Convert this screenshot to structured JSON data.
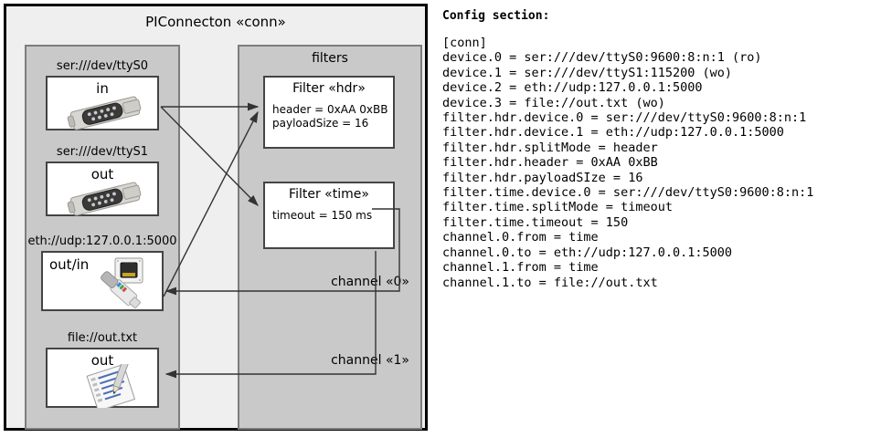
{
  "diagram": {
    "title": "PIConnecton «conn»",
    "devices_panel": {
      "name": "devices",
      "items": [
        {
          "label": "ser:///dev/ttyS0",
          "direction": "in",
          "icon": "serial-port-icon"
        },
        {
          "label": "ser:///dev/ttyS1",
          "direction": "out",
          "icon": "serial-port-icon"
        },
        {
          "label": "eth://udp:127.0.0.1:5000",
          "direction": "out/in",
          "icon": "network-plug-icon"
        },
        {
          "label": "file://out.txt",
          "direction": "out",
          "icon": "text-file-icon"
        }
      ]
    },
    "filters_panel": {
      "title": "filters",
      "filters": [
        {
          "title": "Filter «hdr»",
          "props": [
            "header = 0xAA 0xBB",
            "payloadSize = 16"
          ]
        },
        {
          "title": "Filter «time»",
          "props": [
            "timeout = 150 ms"
          ]
        }
      ],
      "channels": [
        {
          "label": "channel «0»"
        },
        {
          "label": "channel «1»"
        }
      ]
    },
    "colors": {
      "frame_border": "#000000",
      "frame_bg": "#efefef",
      "panel_bg": "#c9c9c9",
      "panel_border": "#7d7d7d",
      "box_bg": "#ffffff",
      "box_border": "#444444",
      "wire": "#333333"
    }
  },
  "config": {
    "heading": "Config section:",
    "lines": [
      "[conn]",
      "device.0 = ser:///dev/ttyS0:9600:8:n:1 (ro)",
      "device.1 = ser:///dev/ttyS1:115200 (wo)",
      "device.2 = eth://udp:127.0.0.1:5000",
      "device.3 = file://out.txt (wo)",
      "filter.hdr.device.0 = ser:///dev/ttyS0:9600:8:n:1",
      "filter.hdr.device.1 = eth://udp:127.0.0.1:5000",
      "filter.hdr.splitMode = header",
      "filter.hdr.header = 0xAA 0xBB",
      "filter.hdr.payloadSIze = 16",
      "filter.time.device.0 = ser:///dev/ttyS0:9600:8:n:1",
      "filter.time.splitMode = timeout",
      "filter.time.timeout = 150",
      "channel.0.from = time",
      "channel.0.to = eth://udp:127.0.0.1:5000",
      "channel.1.from = time",
      "channel.1.to = file://out.txt"
    ]
  }
}
